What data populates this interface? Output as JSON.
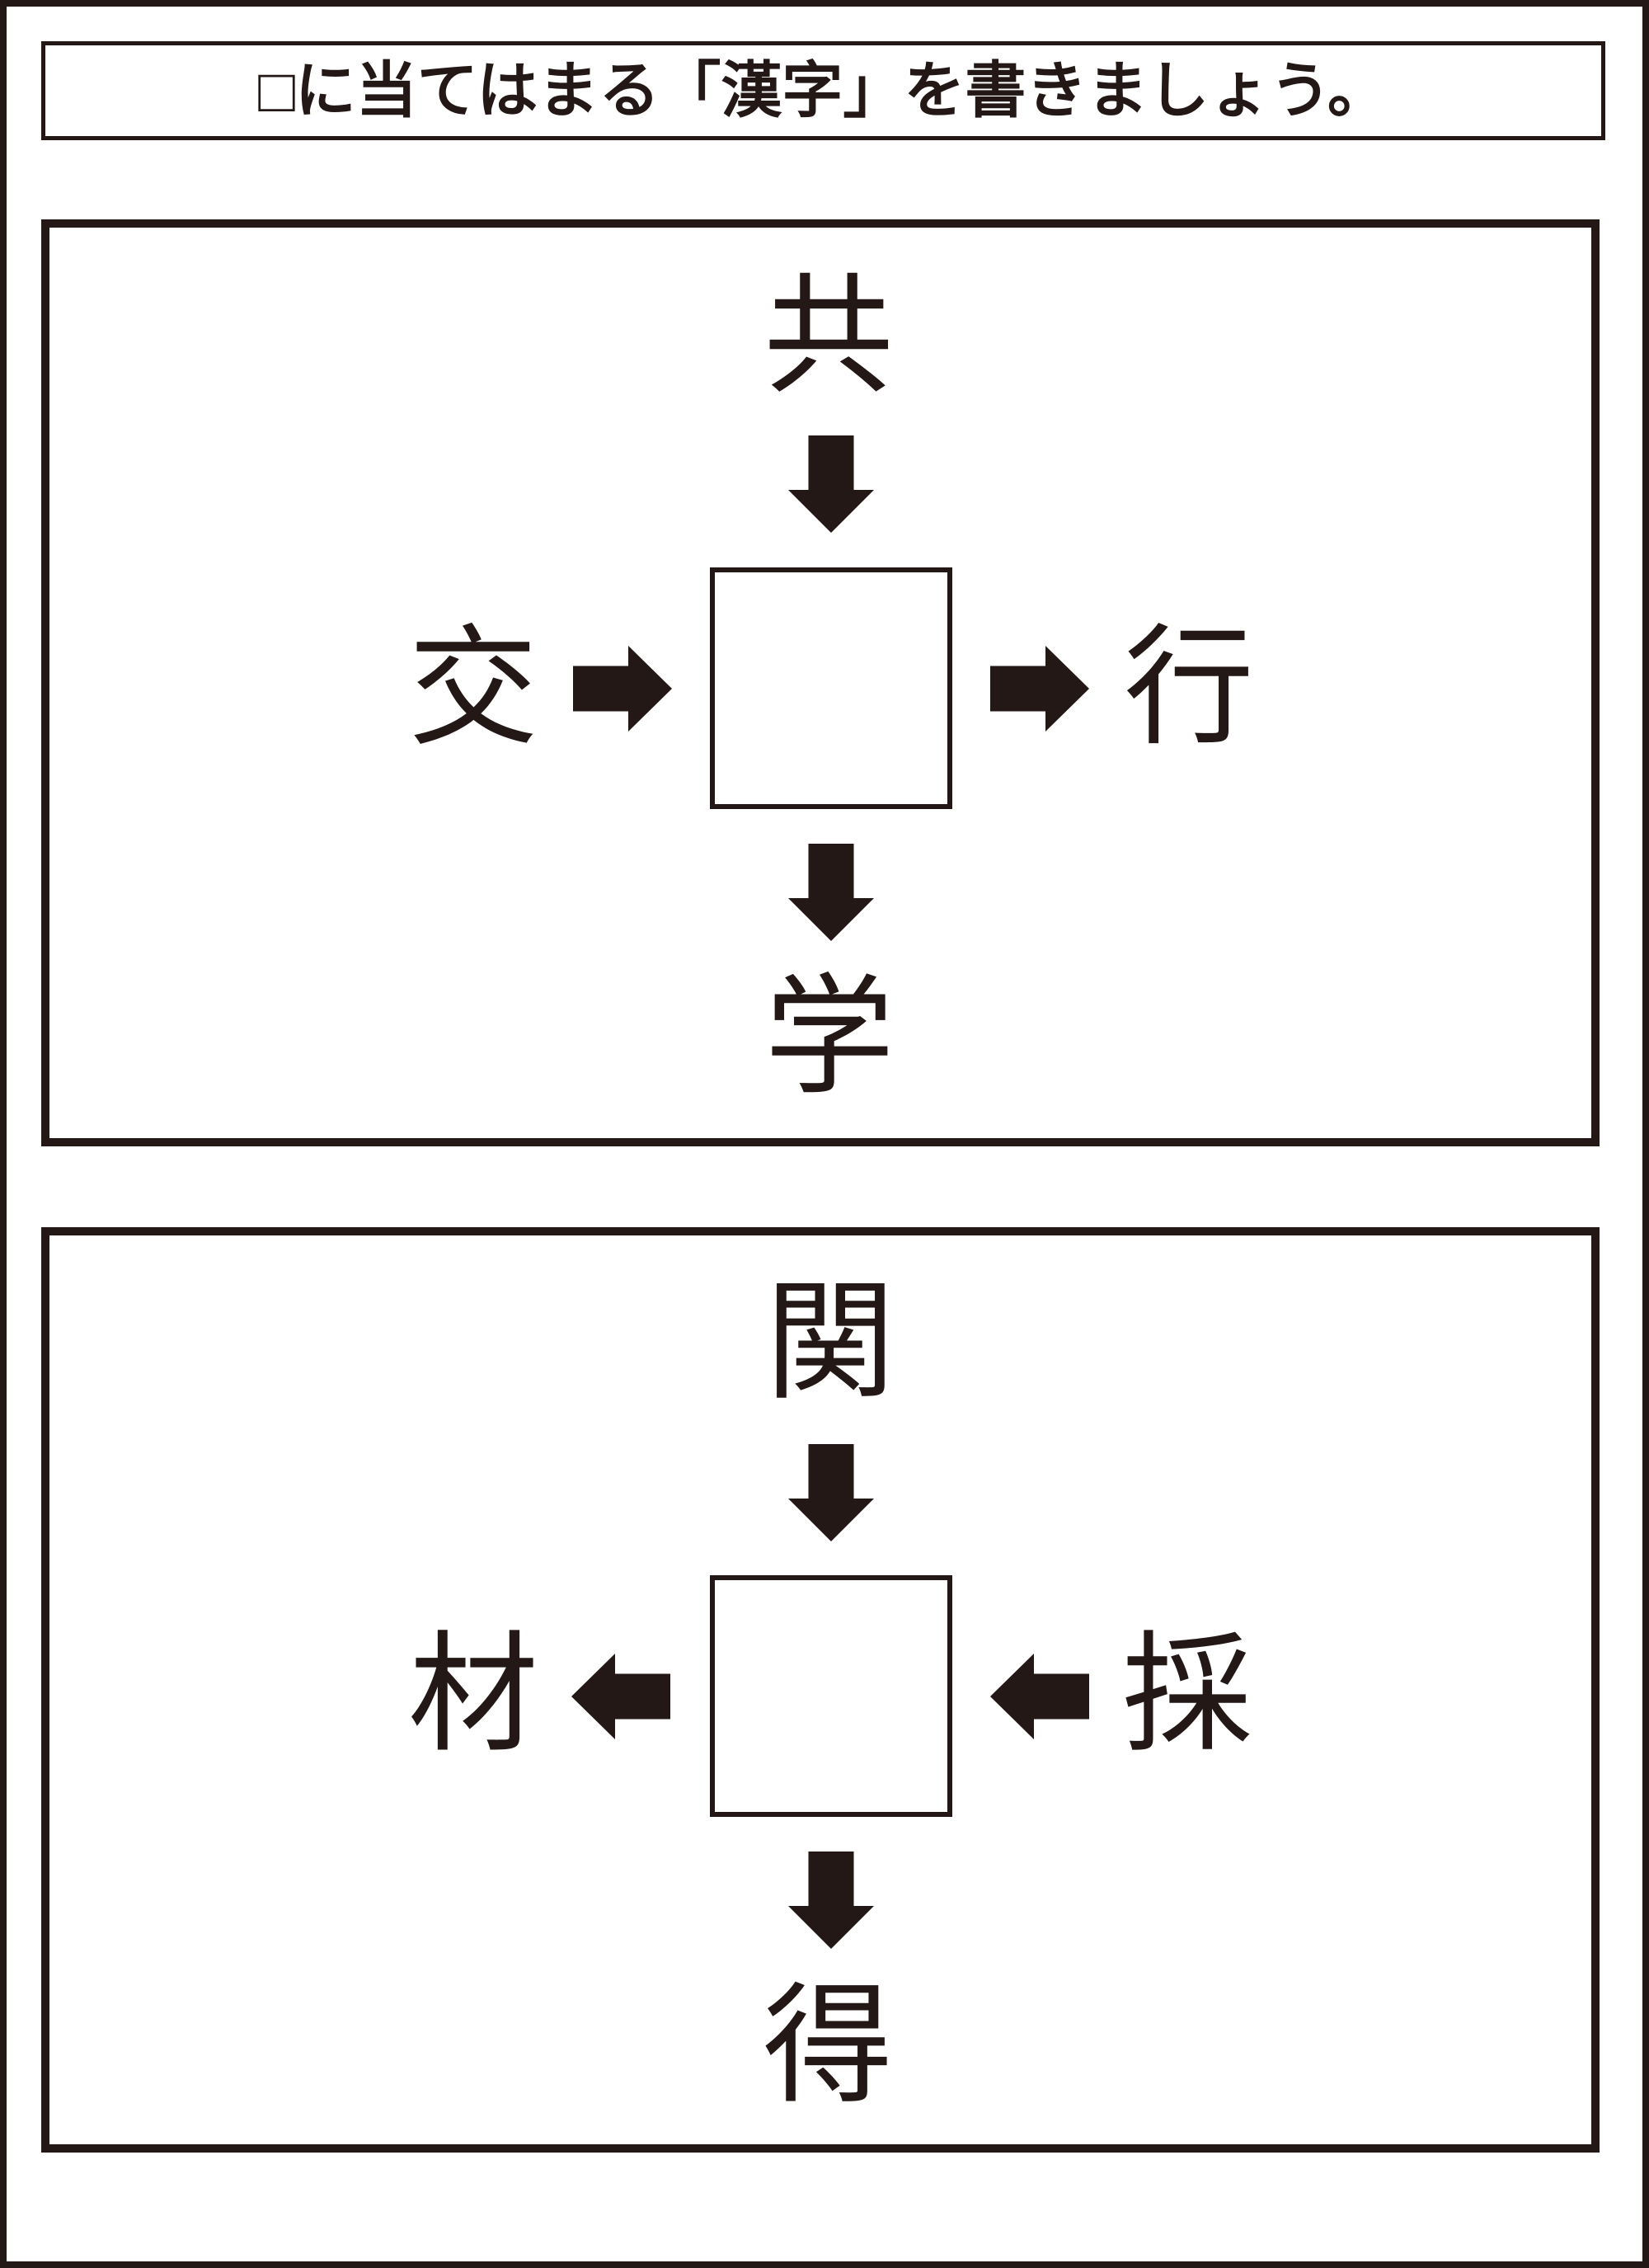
{
  "page": {
    "background": "#ffffff",
    "ink": "#231815"
  },
  "title": {
    "text": "□に当てはまる「漢字」を書きましょう。"
  },
  "puzzles": [
    {
      "top": "共",
      "left": "交",
      "right": "行",
      "bottom": "学",
      "center_box_value": "",
      "arrow_directions": {
        "top_arrow": "down",
        "left_arrow": "right",
        "right_arrow": "right",
        "bottom_arrow": "down"
      }
    },
    {
      "top": "関",
      "left": "材",
      "right": "採",
      "bottom": "得",
      "center_box_value": "",
      "arrow_directions": {
        "top_arrow": "down",
        "left_arrow": "left",
        "right_arrow": "left",
        "bottom_arrow": "down"
      }
    }
  ]
}
